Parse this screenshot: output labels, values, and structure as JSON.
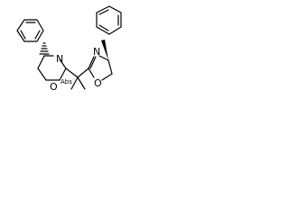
{
  "molecule": {
    "atom_labels": {
      "n_left": "N",
      "o_left": "O",
      "n_right": "N",
      "o_right": "O"
    },
    "stereo_label": "Abs"
  },
  "colors": {
    "ink": "#000000",
    "background": "#ffffff"
  }
}
